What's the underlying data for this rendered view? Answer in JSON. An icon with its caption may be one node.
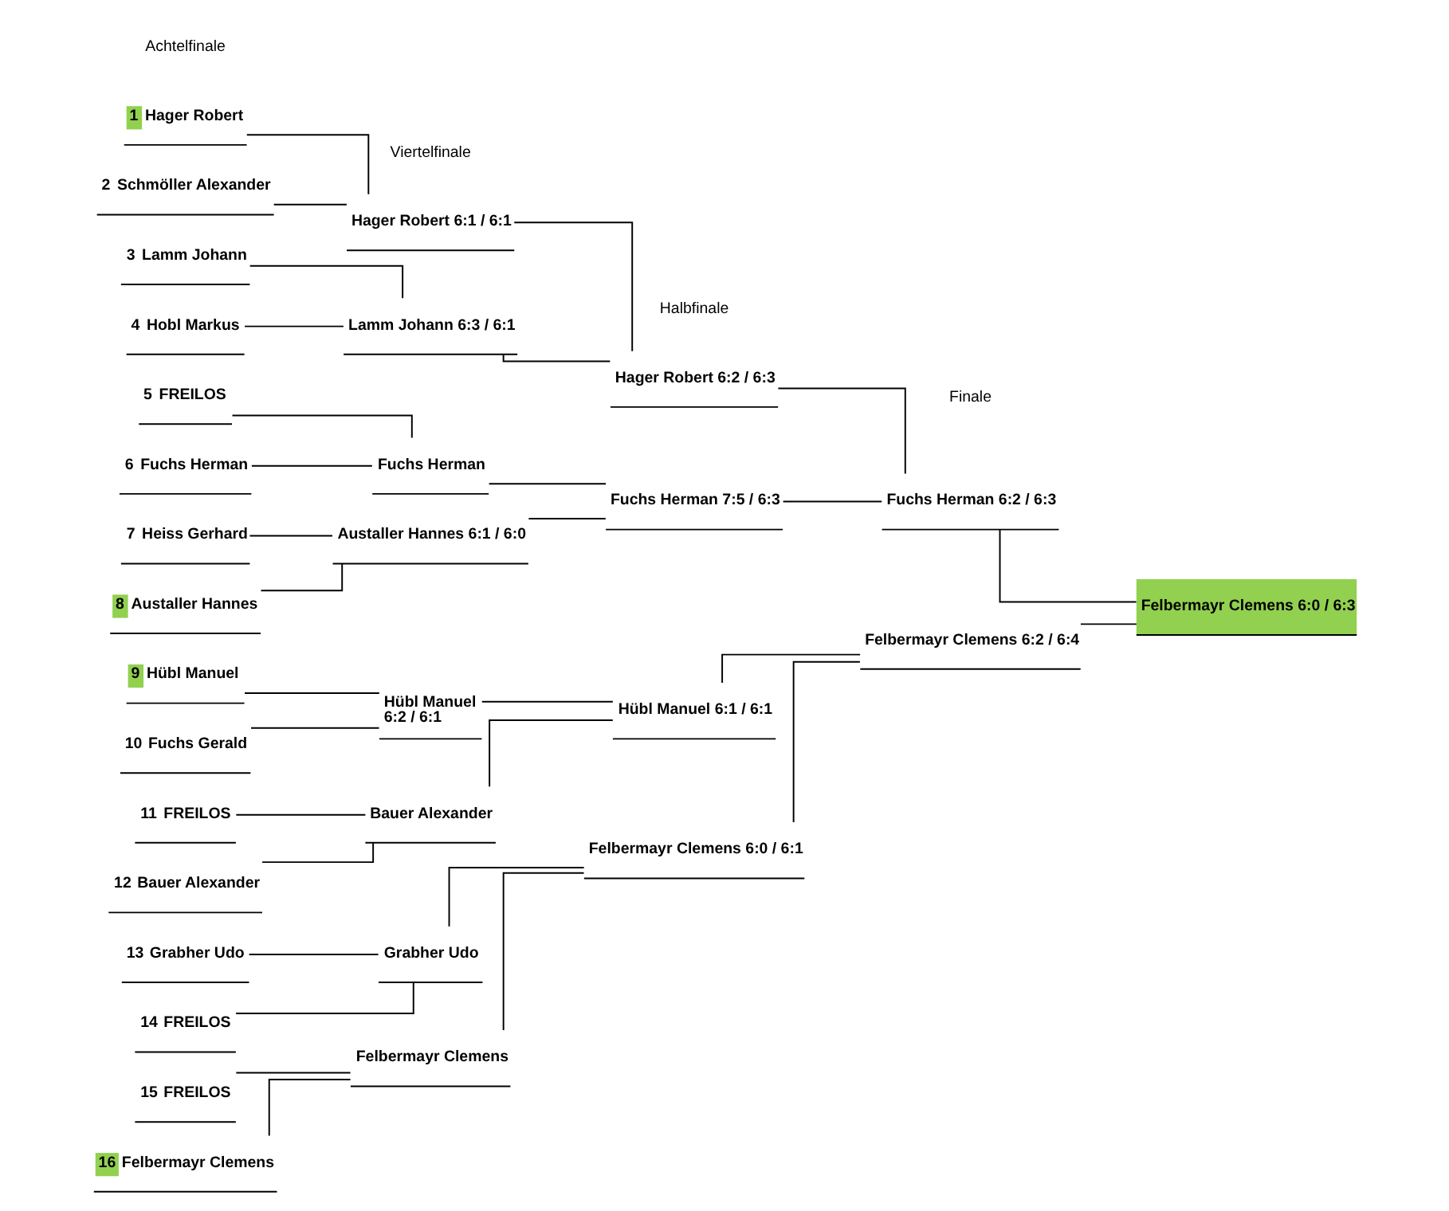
{
  "diagram": {
    "nodes": [
      {
        "text": [
          "1",
          "Hager Robert"
        ]
      },
      {
        "text": [
          "2",
          "Schmöller Alexander"
        ]
      },
      {
        "text": [
          "3",
          "Lamm Johann"
        ]
      },
      {
        "text": [
          "4",
          "Hobl Markus"
        ]
      },
      {
        "text": [
          "5",
          "FREILOS"
        ]
      },
      {
        "text": [
          "6",
          "Fuchs Herman"
        ]
      },
      {
        "text": [
          "7",
          "Heiss Gerhard"
        ]
      },
      {
        "text": [
          "8",
          "Austaller Hannes"
        ]
      },
      {
        "text": [
          "9",
          "Hübl Manuel"
        ]
      },
      {
        "text": [
          "10",
          "Fuchs Gerald"
        ]
      },
      {
        "text": [
          "11",
          "FREILOS"
        ]
      },
      {
        "text": [
          "12",
          "Bauer Alexander"
        ]
      },
      {
        "text": [
          "13",
          "Grabher Udo"
        ]
      },
      {
        "text": [
          "14",
          "FREILOS"
        ]
      },
      {
        "text": [
          "15",
          "FREILOS"
        ]
      },
      {
        "text": [
          "16",
          "Felbermayr Clemens"
        ]
      },
      {
        "text": [
          "Hager Robert 6:1 / 6:1"
        ]
      },
      {
        "text": [
          "Lamm Johann 6:3 / 6:1"
        ]
      },
      {
        "text": [
          "Fuchs Herman"
        ]
      },
      {
        "text": [
          "Austaller Hannes 6:1 / 6:0"
        ]
      },
      {
        "text": [
          "Hübl Manuel",
          "6:2 / 6:1"
        ]
      },
      {
        "text": [
          "Bauer Alexander"
        ]
      },
      {
        "text": [
          "Grabher Udo"
        ]
      },
      {
        "text": [
          "Felbermayr Clemens"
        ]
      },
      {
        "text": [
          "Hager Robert 6:2 / 6:3"
        ]
      },
      {
        "text": [
          "Fuchs Herman 7:5 / 6:3"
        ]
      },
      {
        "text": [
          "Hübl Manuel 6:1 / 6:1"
        ]
      },
      {
        "text": [
          "Felbermayr Clemens 6:0 / 6:1"
        ]
      },
      {
        "text": [
          "Fuchs Herman 6:2 / 6:3"
        ]
      },
      {
        "text": [
          "Felbermayr Clemens 6:2 / 6:4"
        ]
      },
      {
        "text": [
          "Felbermayr Clemens 6:0 / 6:3"
        ]
      }
    ],
    "edges": [
      {
        "from": 0,
        "to": 16,
        "arrow": "none"
      },
      {
        "from": 1,
        "to": 16,
        "arrow": "none"
      },
      {
        "from": 2,
        "to": 17,
        "arrow": "none"
      },
      {
        "from": 3,
        "to": 17,
        "arrow": "none"
      },
      {
        "from": 4,
        "to": 18,
        "arrow": "none"
      },
      {
        "from": 5,
        "to": 18,
        "arrow": "none"
      },
      {
        "from": 6,
        "to": 19,
        "arrow": "none"
      },
      {
        "from": 7,
        "to": 19,
        "arrow": "none"
      },
      {
        "from": 8,
        "to": 20,
        "arrow": "none"
      },
      {
        "from": 9,
        "to": 20,
        "arrow": "none"
      },
      {
        "from": 10,
        "to": 21,
        "arrow": "none"
      },
      {
        "from": 11,
        "to": 21,
        "arrow": "none"
      },
      {
        "from": 12,
        "to": 22,
        "arrow": "none"
      },
      {
        "from": 13,
        "to": 22,
        "arrow": "none"
      },
      {
        "from": 14,
        "to": 23,
        "arrow": "none"
      },
      {
        "from": 15,
        "to": 23,
        "arrow": "none"
      },
      {
        "from": 16,
        "to": 24,
        "arrow": "none"
      },
      {
        "from": 17,
        "to": 24,
        "arrow": "none"
      },
      {
        "from": 18,
        "to": 25,
        "arrow": "none"
      },
      {
        "from": 19,
        "to": 25,
        "arrow": "none"
      },
      {
        "from": 20,
        "to": 26,
        "arrow": "none"
      },
      {
        "from": 21,
        "to": 26,
        "arrow": "none"
      },
      {
        "from": 22,
        "to": 27,
        "arrow": "none"
      },
      {
        "from": 23,
        "to": 27,
        "arrow": "none"
      },
      {
        "from": 24,
        "to": 28,
        "arrow": "none"
      },
      {
        "from": 25,
        "to": 28,
        "arrow": "none"
      },
      {
        "from": 26,
        "to": 29,
        "arrow": "none"
      },
      {
        "from": 27,
        "to": 29,
        "arrow": "none"
      },
      {
        "from": 28,
        "to": 30,
        "arrow": "none"
      },
      {
        "from": 29,
        "to": 30,
        "arrow": "none"
      }
    ],
    "labels": [
      "Achtelfinale",
      "Viertelfinale",
      "Halbfinale",
      "Finale"
    ]
  }
}
